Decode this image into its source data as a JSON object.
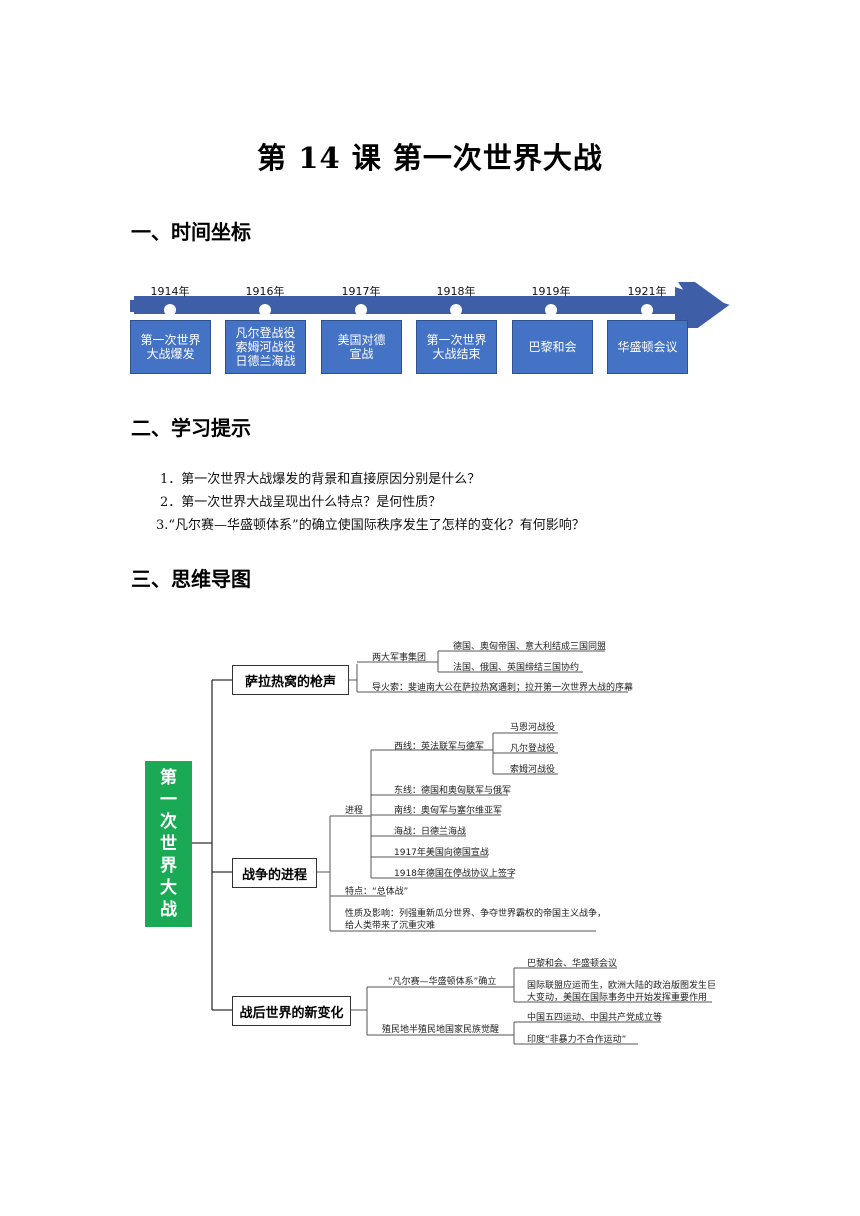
{
  "title": "第 14 课  第一次世界大战",
  "sections": {
    "s1": "一、时间坐标",
    "s2": "二、学习提示",
    "s3": "三、思维导图"
  },
  "timeline": {
    "arrow_color": "#3e5ea8",
    "box_color": "#4472c4",
    "items": [
      {
        "year": "1914年",
        "line1": "第一次世界",
        "line2": "大战爆发",
        "line3": ""
      },
      {
        "year": "1916年",
        "line1": "凡尔登战役",
        "line2": "索姆河战役",
        "line3": "日德兰海战"
      },
      {
        "year": "1917年",
        "line1": "美国对德",
        "line2": "宣战",
        "line3": ""
      },
      {
        "year": "1918年",
        "line1": "第一次世界",
        "line2": "大战结束",
        "line3": ""
      },
      {
        "year": "1919年",
        "line1": "巴黎和会",
        "line2": "",
        "line3": ""
      },
      {
        "year": "1921年",
        "line1": "华盛顿会议",
        "line2": "",
        "line3": ""
      }
    ]
  },
  "hints": [
    "1．第一次世界大战爆发的背景和直接原因分别是什么？",
    "2．第一次世界大战呈现出什么特点？是何性质？",
    "3.“凡尔赛—华盛顿体系”的确立使国际秩序发生了怎样的变化？有何影响？"
  ],
  "mindmap": {
    "root": [
      "第",
      "一",
      "次",
      "世",
      "界",
      "大",
      "战"
    ],
    "root_color": "#1aaa55",
    "b1": {
      "label": "萨拉热窝的枪声",
      "two_blocs": "两大军事集团",
      "bloc1": "德国、奥匈帝国、意大利结成三国同盟",
      "bloc2": "法国、俄国、英国缔结三国协约",
      "fuse": "导火索：斐迪南大公在萨拉热窝遇刺；拉开第一次世界大战的序幕"
    },
    "b2": {
      "label": "战争的进程",
      "process": "进程",
      "west": "西线：英法联军与德军",
      "marne": "马恩河战役",
      "verdun": "凡尔登战役",
      "somme": "索姆河战役",
      "east": "东线：德国和奥匈联军与俄军",
      "south": "南线：奥匈军与塞尔维亚军",
      "sea": "海战：日德兰海战",
      "us": "1917年美国向德国宣战",
      "end": "1918年德国在停战协议上签字",
      "feature": "特点：“总体战”",
      "nature1": "性质及影响：列强重新瓜分世界、争夺世界霸权的帝国主义战争，",
      "nature2": "给人类带来了沉重灾难"
    },
    "b3": {
      "label": "战后世界的新变化",
      "system": "“凡尔赛—华盛顿体系”确立",
      "conf": "巴黎和会、华盛顿会议",
      "league1": "国际联盟应运而生，欧洲大陆的政治版图发生巨",
      "league2": "大变动，美国在国际事务中开始发挥重要作用",
      "colonial": "殖民地半殖民地国家民族觉醒",
      "china": "中国五四运动、中国共产党成立等",
      "india": "印度“非暴力不合作运动”"
    }
  }
}
